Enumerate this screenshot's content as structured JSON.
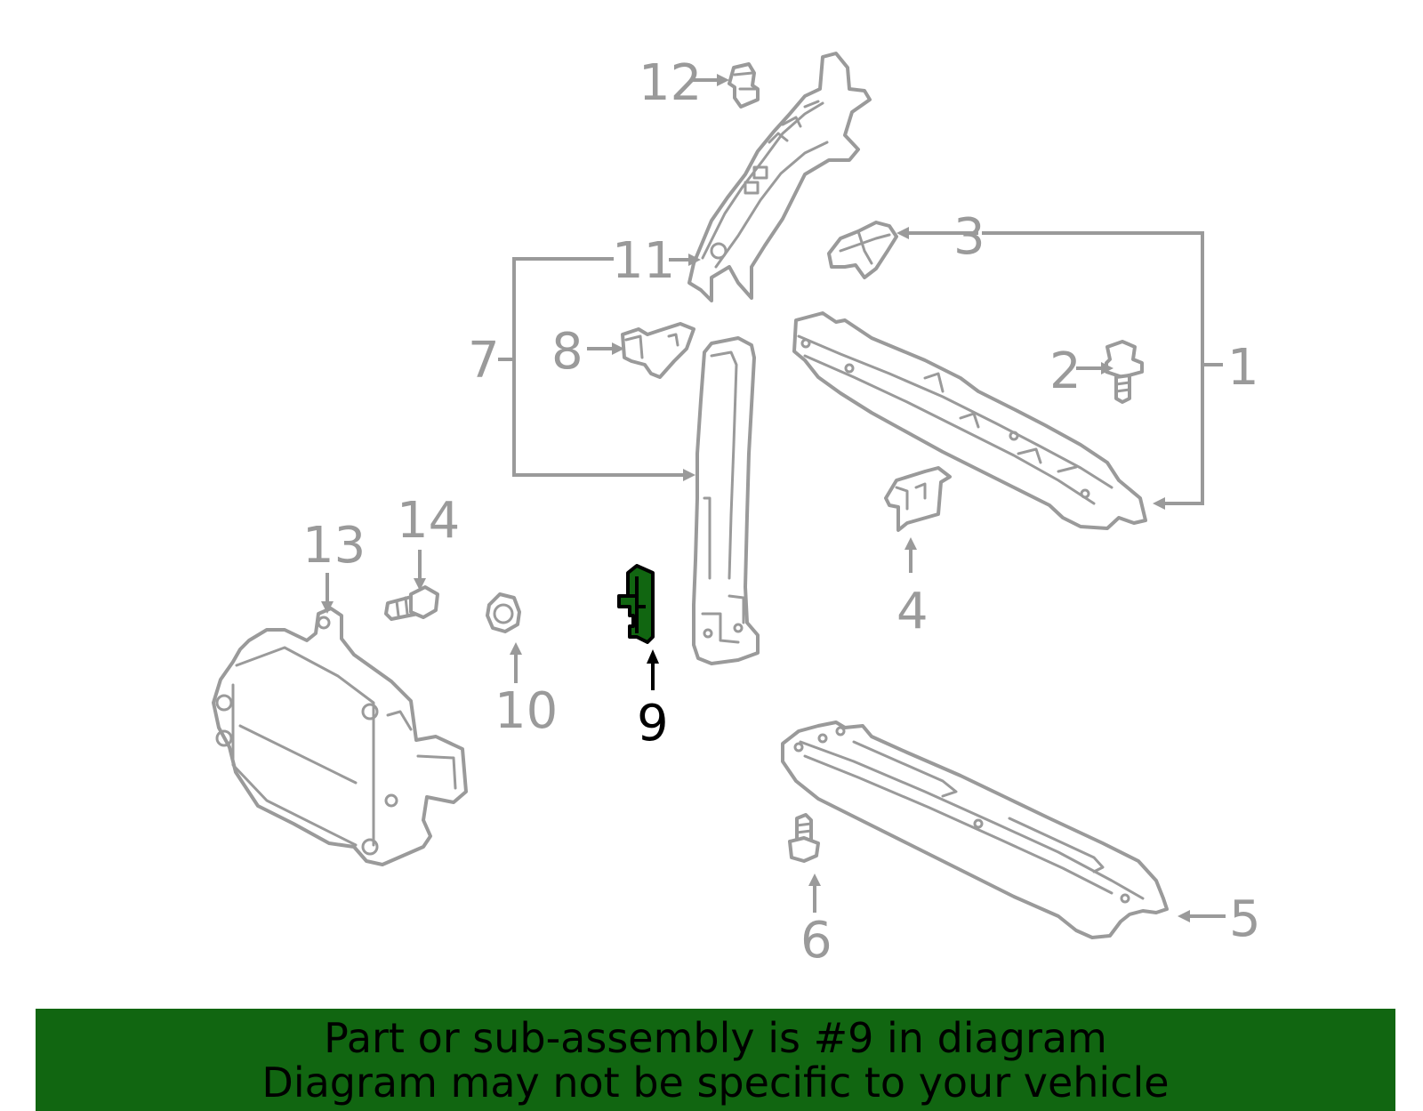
{
  "diagram": {
    "callouts": [
      "1",
      "2",
      "3",
      "4",
      "5",
      "6",
      "7",
      "8",
      "9",
      "10",
      "11",
      "12",
      "13",
      "14"
    ],
    "highlighted_callout": "9",
    "colors": {
      "highlight": "#116611",
      "parts": "#9a9a9a",
      "highlight_outline": "#000000"
    }
  },
  "banner": {
    "line1": "Part or sub-assembly is #9 in diagram",
    "line2": "Diagram may not be specific to your vehicle"
  }
}
